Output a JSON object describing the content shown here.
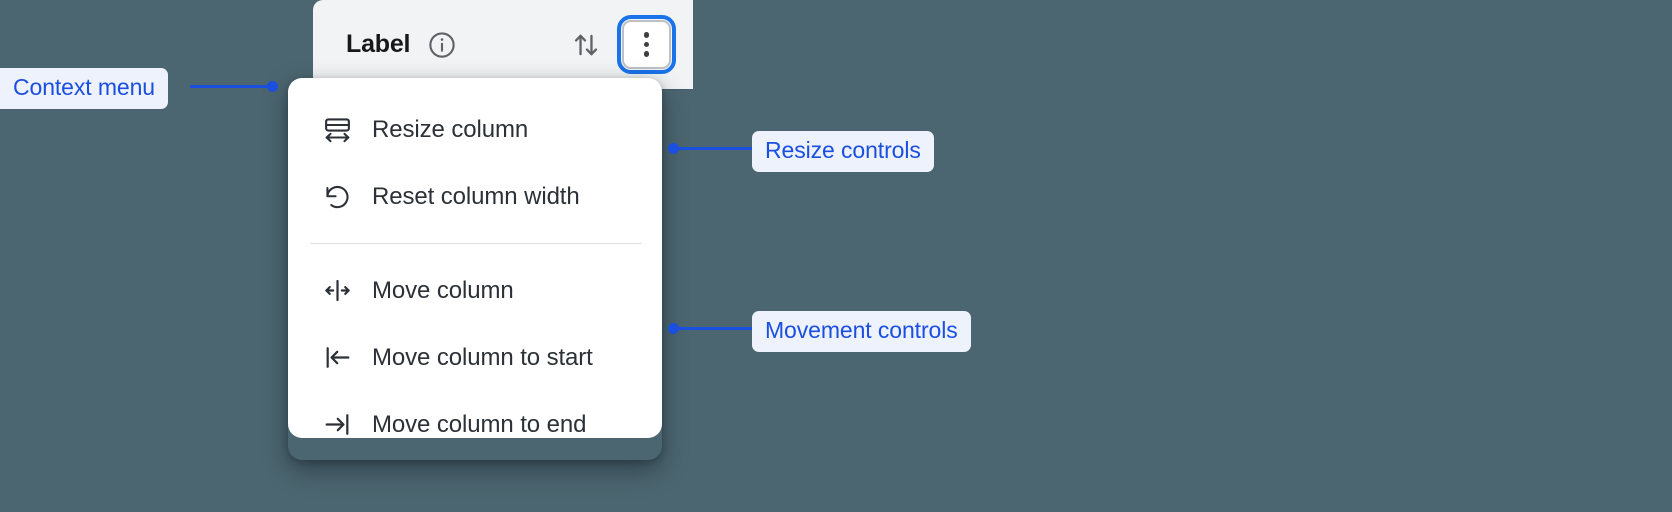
{
  "colors": {
    "background": "#4C6671",
    "header_panel": "#F1F3F4",
    "menu_surface": "#FFFFFF",
    "annotation_text": "#1A4FE0",
    "annotation_pill_bg": "#EDF2FD",
    "focus_ring": "#1A73E8",
    "menu_text": "#2B3137",
    "header_title": "#16181B"
  },
  "column_header": {
    "title": "Label",
    "info_icon": "info-circle-icon",
    "sort_icon": "sort-arrows-icon",
    "more_icon": "kebab-menu-icon"
  },
  "context_menu": {
    "groups": [
      {
        "name": "resize",
        "items": [
          {
            "icon": "resize-column-icon",
            "label": "Resize column"
          },
          {
            "icon": "reset-width-icon",
            "label": "Reset column width"
          }
        ]
      },
      {
        "name": "movement",
        "items": [
          {
            "icon": "move-column-icon",
            "label": "Move column"
          },
          {
            "icon": "move-to-start-icon",
            "label": "Move column to start"
          },
          {
            "icon": "move-to-end-icon",
            "label": "Move column to end"
          }
        ]
      }
    ]
  },
  "annotations": [
    {
      "id": "context",
      "label": "Context menu"
    },
    {
      "id": "resize",
      "label": "Resize controls"
    },
    {
      "id": "movement",
      "label": "Movement controls"
    }
  ]
}
